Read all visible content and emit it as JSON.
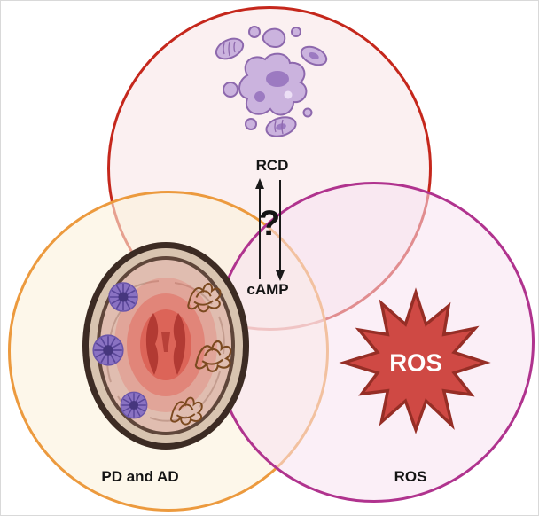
{
  "diagram": {
    "type": "venn-3",
    "background_color": "#ffffff",
    "circles": {
      "rcd": {
        "label": "RCD",
        "border_color": "#c5271c",
        "fill_color": "rgba(247,228,230,0.55)"
      },
      "pd_ad": {
        "label": "PD and AD",
        "border_color": "#ec9a3e",
        "fill_color": "rgba(252,242,220,0.60)"
      },
      "ros": {
        "label": "ROS",
        "border_color": "#b0338e",
        "fill_color": "rgba(247,226,240,0.55)"
      }
    },
    "center": {
      "question_mark": "?",
      "camp_label": "cAMP",
      "arrows": "bidirectional-up-down"
    },
    "ros_burst": {
      "label": "ROS",
      "fill_color": "#cf4944",
      "border_color": "#962e26",
      "text_color": "#ffffff"
    },
    "illustrations": {
      "rcd": "dying-cells-illustration",
      "pd_ad": "brain-coronal-section-illustration",
      "ros": "ros-starburst-icon"
    }
  }
}
